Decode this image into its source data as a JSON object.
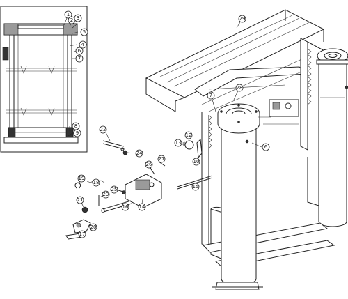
{
  "part_callouts": [
    "1",
    "2",
    "3",
    "4",
    "5",
    "6",
    "7",
    "8",
    "9",
    "10",
    "12",
    "13",
    "14",
    "15",
    "16",
    "17",
    "18",
    "19",
    "20",
    "21",
    "22",
    "23",
    "24",
    "25",
    "26",
    "27",
    "28",
    "29"
  ]
}
